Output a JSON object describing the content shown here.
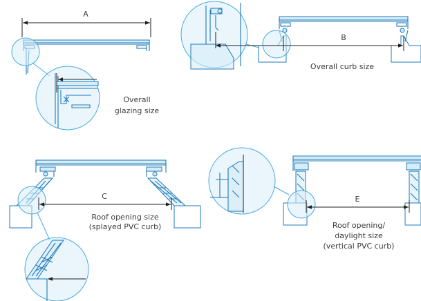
{
  "labels": {
    "a": "A",
    "b": "B",
    "c": "C",
    "e": "E",
    "overall_glazing": [
      "Overall",
      "glazing size"
    ],
    "overall_curb": "Overall curb size",
    "roof_opening_splayed": [
      "Roof opening size",
      "(splayed PVC curb)"
    ],
    "roof_opening_vertical": [
      "Roof opening/",
      "daylight size",
      "(vertical PVC curb)"
    ]
  },
  "colors": {
    "frame": "#1d79b8",
    "detail_circle_fill": "#d9eef9",
    "detail_circle_stroke": "#47a9de",
    "dimension_line": "#1f1f1f",
    "label_text": "#3b3b3b"
  }
}
